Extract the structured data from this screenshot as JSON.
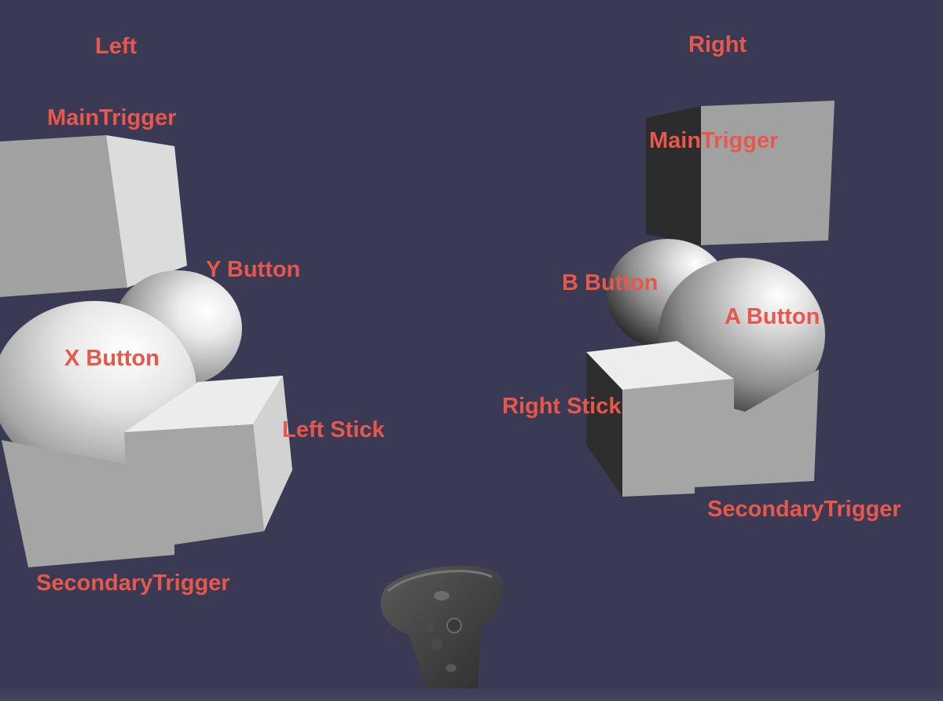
{
  "scene": {
    "background_color": "#3b3a54",
    "label_color": "#e8574c"
  },
  "left": {
    "title": "Left",
    "main_trigger": "MainTrigger",
    "y_button": "Y Button",
    "x_button": "X Button",
    "stick": "Left Stick",
    "secondary_trigger": "SecondaryTrigger"
  },
  "right": {
    "title": "Right",
    "main_trigger": "MainTrigger",
    "b_button": "B Button",
    "a_button": "A Button",
    "stick": "Right Stick",
    "secondary_trigger": "SecondaryTrigger"
  },
  "controller_model": {
    "icon": "vr-controller-icon"
  }
}
